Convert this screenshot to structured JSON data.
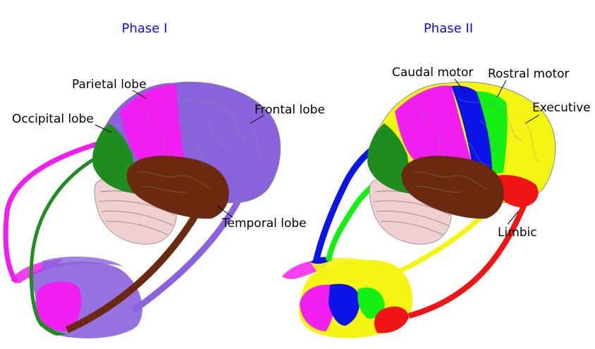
{
  "phase1": {
    "title": "Phase I",
    "labels": {
      "parietal": "Parietal lobe",
      "occipital": "Occipital lobe",
      "frontal": "Frontal lobe",
      "temporal": "Temporal lobe"
    }
  },
  "phase2": {
    "title": "Phase II",
    "labels": {
      "caudal_motor": "Caudal motor",
      "rostral_motor": "Rostral motor",
      "executive": "Executive",
      "limbic": "Limbic"
    }
  },
  "colors": {
    "occipital": "#1e8c1e",
    "parietal": "#f01ef0",
    "frontal": "#8a63dc",
    "temporal": "#6b2a10",
    "cerebellum": "#f0d0d0",
    "caudal_motor": "#0a14e6",
    "rostral_motor": "#14f014",
    "executive": "#f5f514",
    "limbic": "#f01414"
  }
}
